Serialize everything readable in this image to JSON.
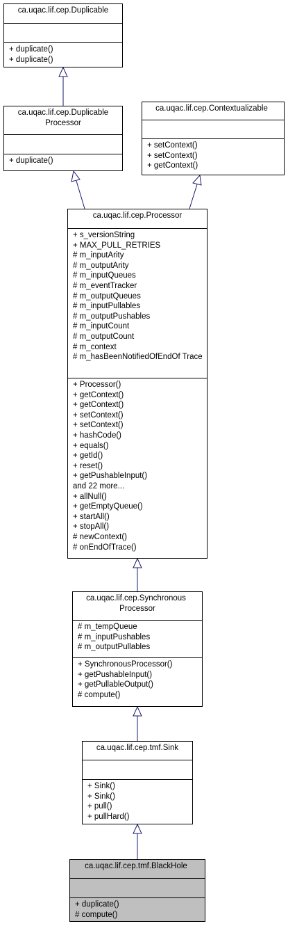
{
  "classes": {
    "duplicable": {
      "title": [
        "ca.uqac.lif.cep.Duplicable"
      ],
      "attributes": [],
      "operations": [
        "+ duplicate()",
        "+ duplicate()"
      ]
    },
    "duplicable_processor": {
      "title": [
        "ca.uqac.lif.cep.Duplicable",
        "Processor"
      ],
      "attributes": [],
      "operations": [
        "+ duplicate()"
      ]
    },
    "contextualizable": {
      "title": [
        "ca.uqac.lif.cep.Contextualizable"
      ],
      "attributes": [],
      "operations": [
        "+ setContext()",
        "+ setContext()",
        "+ getContext()"
      ]
    },
    "processor": {
      "title": [
        "ca.uqac.lif.cep.Processor"
      ],
      "attributes": [
        "+ s_versionString",
        "+ MAX_PULL_RETRIES",
        "# m_inputArity",
        "# m_outputArity",
        "# m_inputQueues",
        "# m_eventTracker",
        "# m_outputQueues",
        "# m_inputPullables",
        "# m_outputPushables",
        "# m_inputCount",
        "# m_outputCount",
        "# m_context",
        "# m_hasBeenNotifiedOfEndOf Trace"
      ],
      "operations": [
        "+ Processor()",
        "+ getContext()",
        "+ getContext()",
        "+ setContext()",
        "+ setContext()",
        "+ hashCode()",
        "+ equals()",
        "+ getId()",
        "+ reset()",
        "+ getPushableInput()",
        "and 22 more...",
        "+ allNull()",
        "+ getEmptyQueue()",
        "+ startAll()",
        "+ stopAll()",
        "# newContext()",
        "# onEndOfTrace()"
      ]
    },
    "synchronous_processor": {
      "title": [
        "ca.uqac.lif.cep.Synchronous",
        "Processor"
      ],
      "attributes": [
        "# m_tempQueue",
        "# m_inputPushables",
        "# m_outputPullables"
      ],
      "operations": [
        "+ SynchronousProcessor()",
        "+ getPushableInput()",
        "+ getPullableOutput()",
        "# compute()"
      ]
    },
    "sink": {
      "title": [
        "ca.uqac.lif.cep.tmf.Sink"
      ],
      "attributes": [],
      "operations": [
        "+ Sink()",
        "+ Sink()",
        "+ pull()",
        "+ pullHard()"
      ]
    },
    "black_hole": {
      "title": [
        "ca.uqac.lif.cep.tmf.BlackHole"
      ],
      "attributes": [],
      "operations": [
        "+ duplicate()",
        "# compute()"
      ]
    }
  },
  "colors": {
    "edge": "#191970",
    "highlight_fill": "#bfbfbf",
    "border": "#000000"
  }
}
